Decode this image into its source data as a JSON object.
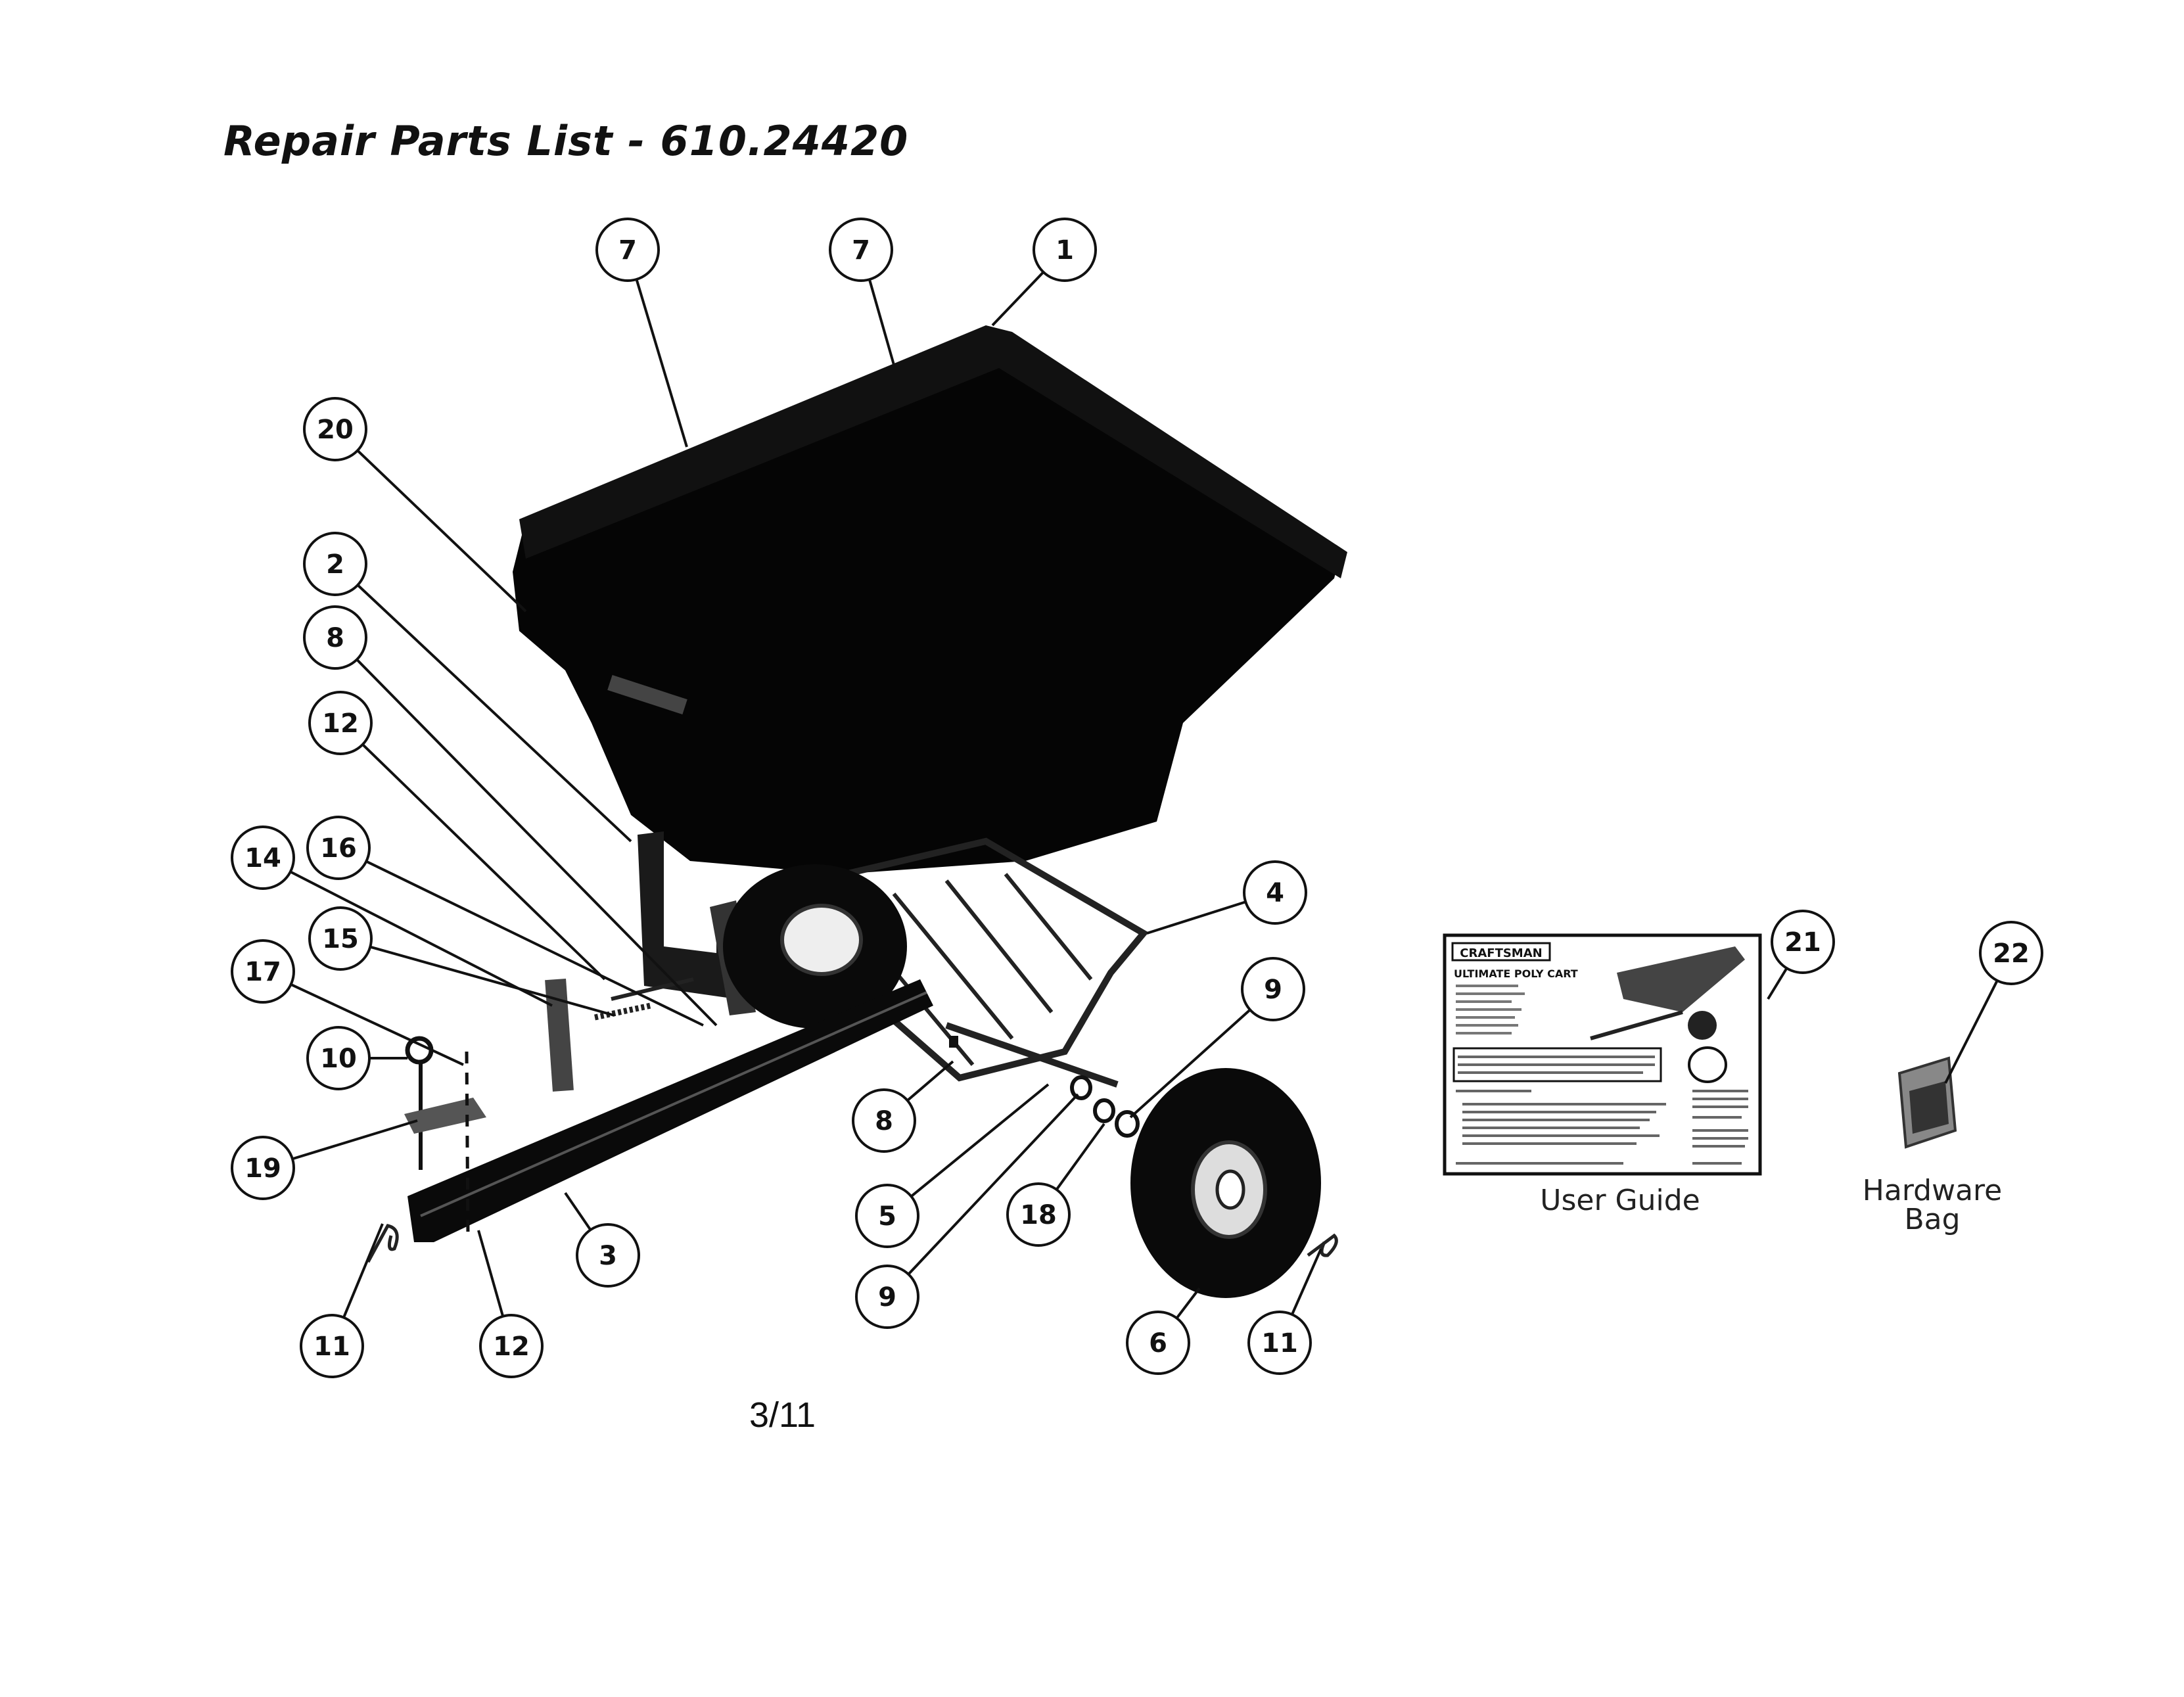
{
  "title": "Repair Parts List - 610.24420",
  "page_number": "3/11",
  "user_guide": {
    "caption": "User Guide",
    "brand": "CRAFTSMAN",
    "heading": "ULTIMATE POLY CART"
  },
  "hardware_bag": {
    "caption_line1": "Hardware",
    "caption_line2": "Bag"
  },
  "callouts": [
    "7",
    "7",
    "1",
    "20",
    "2",
    "8",
    "12",
    "16",
    "14",
    "15",
    "17",
    "10",
    "19",
    "4",
    "9",
    "8",
    "5",
    "9",
    "18",
    "3",
    "11",
    "12",
    "6",
    "11",
    "21",
    "22"
  ],
  "colors": {
    "ink": "#111111",
    "body": "#050505",
    "tire": "#0a0a0a",
    "paper": "#ffffff"
  }
}
